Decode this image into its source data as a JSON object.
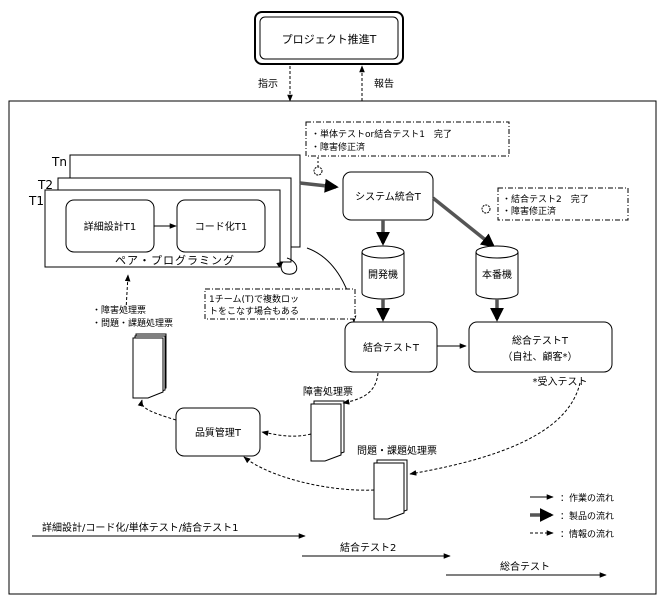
{
  "nodes": {
    "project": "プロジェクト推進T",
    "team_n": "Tn",
    "team_2": "T2",
    "team_1": "T1",
    "detail_design": "詳細設計T1",
    "coding": "コード化T1",
    "pair_programming": "ペア・プログラミング",
    "system_integration": "システム統合T",
    "dev_machine": "開発機",
    "prod_machine": "本番機",
    "integration_test": "結合テストT",
    "total_test_line1": "総合テストT",
    "total_test_line2": "（自社、顧客*）",
    "acceptance_test": "*受入テスト",
    "quality_mgmt": "品質管理T"
  },
  "edges": {
    "instruct": "指示",
    "report": "報告"
  },
  "notes": {
    "unit_done_line1": "・単体テストor結合テスト1　完了",
    "unit_done_line2": "・障害修正済",
    "test2_done_line1": "・結合テスト2　完了",
    "test2_done_line2": "・障害修正済",
    "team_lots_line1": "1チーム(T)で複数ロッ",
    "team_lots_line2": "トをこなす場合もある"
  },
  "documents": {
    "left_line1": "・障害処理票",
    "left_line2": "・問題・課題処理票",
    "defect_ticket": "障害処理票",
    "issue_ticket": "問題・課題処理票"
  },
  "legend": {
    "work_flow": "：作業の流れ",
    "product_flow": "：製品の流れ",
    "info_flow": "：情報の流れ"
  },
  "phases": {
    "phase1": "詳細設計/コード化/単体テスト/結合テスト1",
    "phase2": "結合テスト2",
    "phase3": "総合テスト"
  }
}
